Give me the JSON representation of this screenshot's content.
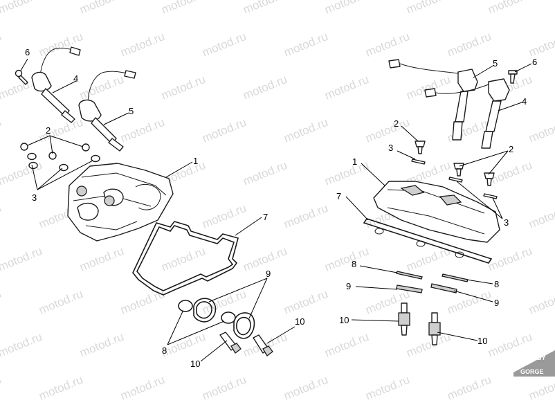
{
  "watermark_text": "motod.ru",
  "brand": {
    "line1": "BY",
    "line2": "GORGE"
  },
  "callouts": {
    "left": {
      "c1": "1",
      "c2": "2",
      "c3": "3",
      "c4": "4",
      "c5": "5",
      "c6": "6",
      "c7": "7",
      "c8": "8",
      "c9": "9",
      "c10a": "10",
      "c10b": "10"
    },
    "right": {
      "c1": "1",
      "c2a": "2",
      "c2b": "2",
      "c3a": "3",
      "c3b": "3",
      "c4": "4",
      "c5": "5",
      "c6": "6",
      "c7": "7",
      "c8a": "8",
      "c8b": "8",
      "c9a": "9",
      "c9b": "9",
      "c10a": "10",
      "c10b": "10"
    }
  },
  "colors": {
    "watermark": "#d9d9d9",
    "line": "#1a1a1a",
    "brand_bg": "#9a9a9a"
  }
}
